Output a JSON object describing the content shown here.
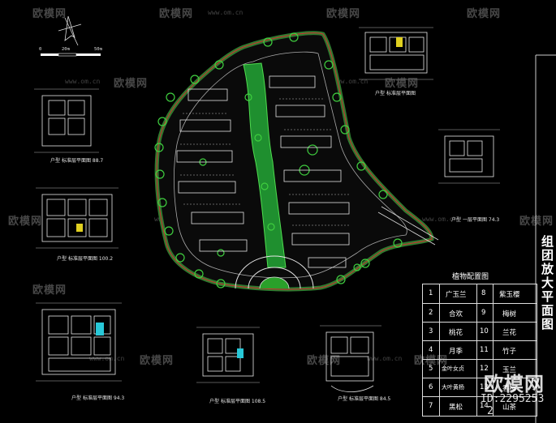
{
  "watermark": {
    "brand": "欧模网",
    "url": "www.om.cn"
  },
  "scale_bar": {
    "labels": [
      "0",
      "20m",
      "50m"
    ]
  },
  "master_plan": {
    "title": "组团放大平面图"
  },
  "planting_table": {
    "title": "植物配置图",
    "rows": [
      {
        "n1": "1",
        "p1": "广玉兰",
        "n2": "8",
        "p2": "紫玉樱"
      },
      {
        "n1": "2",
        "p1": "合欢",
        "n2": "9",
        "p2": "梅树"
      },
      {
        "n1": "3",
        "p1": "桃花",
        "n2": "10",
        "p2": "兰花"
      },
      {
        "n1": "4",
        "p1": "月季",
        "n2": "11",
        "p2": "竹子"
      },
      {
        "n1": "5",
        "p1": "金叶女贞",
        "n2": "12",
        "p2": "玉兰"
      },
      {
        "n1": "6",
        "p1": "大叶黄杨",
        "n2": "13",
        "p2": "香樟"
      },
      {
        "n1": "7",
        "p1": "黑松",
        "n2": "14",
        "p2": "山茶"
      }
    ]
  },
  "floor_plan_captions": [
    {
      "type": "户型",
      "label": "标准层平面图",
      "area": "88.7"
    },
    {
      "type": "户型",
      "label": "标准层平面图",
      "area": "100.2"
    },
    {
      "type": "户型",
      "label": "标准层平面图",
      "area": "94.3"
    },
    {
      "type": "户型",
      "label": "标准层平面图",
      "area": "108.5"
    },
    {
      "type": "户型",
      "label": "标准层平面图",
      "area": "84.5"
    },
    {
      "type": "户型",
      "label": "一层平面图",
      "area": "74.3"
    },
    {
      "type": "户型",
      "label": "标准层平面图",
      "area": ""
    }
  ],
  "brand": {
    "name": "欧模网",
    "id": "ID:2295253",
    "page": "2"
  }
}
